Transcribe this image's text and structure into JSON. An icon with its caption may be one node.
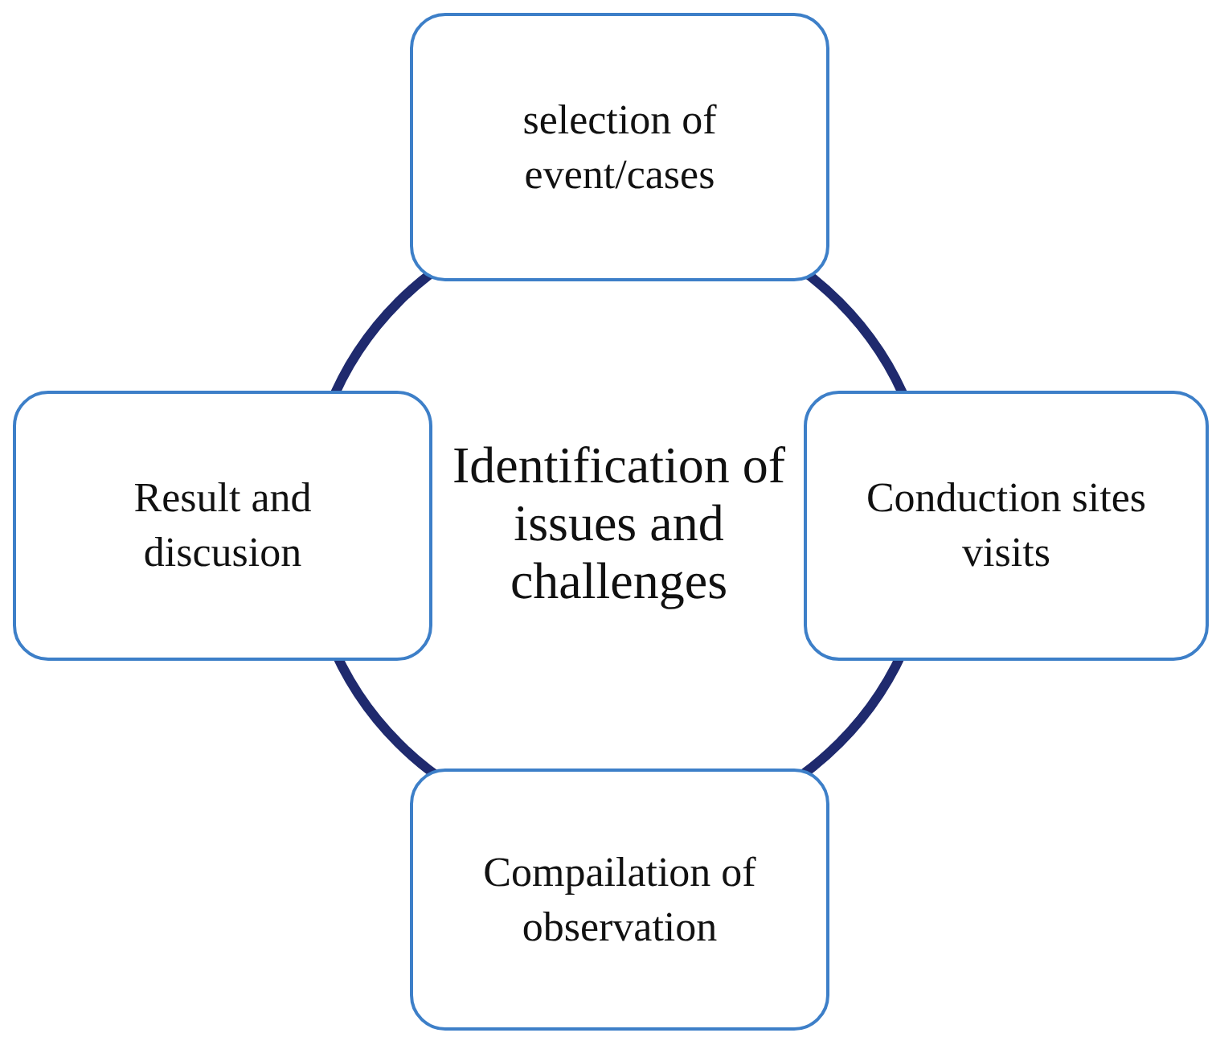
{
  "diagram": {
    "nodes": [
      {
        "text": [
          "Identification of issues and challenges"
        ]
      },
      {
        "text": [
          "selection of event/cases"
        ]
      },
      {
        "text": [
          "Result and discusion"
        ]
      },
      {
        "text": [
          "Conduction sites visits"
        ]
      },
      {
        "text": [
          "Compailation of observation"
        ]
      }
    ]
  }
}
